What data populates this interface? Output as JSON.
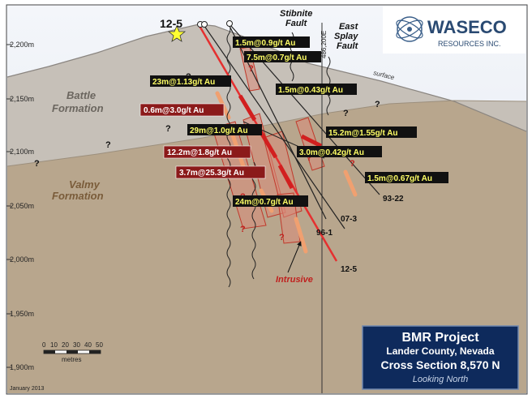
{
  "company": {
    "name": "WASECO",
    "subtitle": "RESOURCES INC."
  },
  "title_box": {
    "project": "BMR Project",
    "county": "Lander County, Nevada",
    "section": "Cross Section 8,570 N",
    "looking": "Looking North"
  },
  "date": "January 2013",
  "elevations": [
    "2,200m",
    "2,150m",
    "2,100m",
    "2,050m",
    "2,000m",
    "1,950m",
    "1,900m"
  ],
  "formations": {
    "battle_1": "Battle",
    "battle_2": "Formation",
    "valmy_1": "Valmy",
    "valmy_2": "Formation"
  },
  "faults": {
    "stibnite_1": "Stibnite",
    "stibnite_2": "Fault",
    "east_1": "East",
    "east_2": "Splay",
    "east_3": "Fault"
  },
  "surface": "surface",
  "easting": "486,200E",
  "holes": {
    "h12_5_top": "12-5",
    "h12_5_bottom": "12-5",
    "h07_3": "07-3",
    "h96_1": "96-1",
    "h93_22": "93-22"
  },
  "intrusive": "Intrusive",
  "intercepts_yellow": [
    "1.5m@0.9g/t Au",
    "7.5m@0.7g/t Au",
    "23m@1.13g/t Au",
    "1.5m@0.43g/t Au",
    "29m@1.0g/t Au",
    "15.2m@1.55g/t Au",
    "3.0m@0.42g/t Au",
    "1.5m@0.67g/t Au",
    "24m@0.7g/t Au"
  ],
  "intercepts_red": [
    "0.6m@3.0g/t Au",
    "12.2m@1.8g/t Au",
    "3.7m@25.3g/t Au"
  ],
  "scale": {
    "ticks": [
      "0",
      "10",
      "20",
      "30",
      "40",
      "50"
    ],
    "unit": "metres"
  },
  "question_mark": "?",
  "colors": {
    "sky": "#eef2f8",
    "battle": "#c3bdb5",
    "valmy": "#b6a48c",
    "title_bg": "#0e2a5c",
    "red_box": "#8b1a1a",
    "yellow_label": "#ffff66"
  }
}
